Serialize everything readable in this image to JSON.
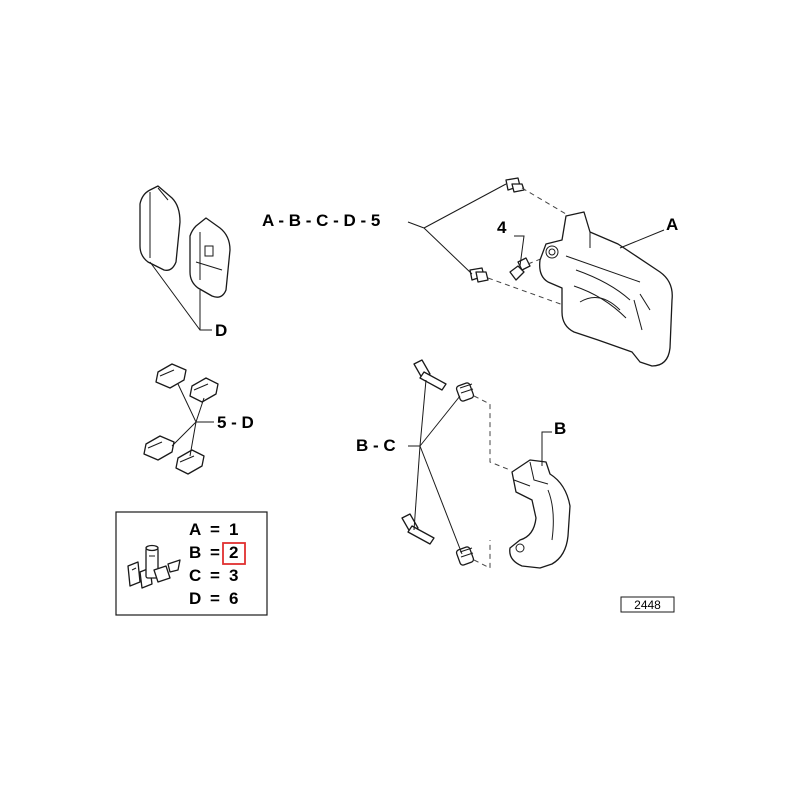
{
  "labels": {
    "pads": "D",
    "caliper": "A",
    "caliper_screws": "A - B - C - D - 5",
    "bleeder": "4",
    "clips": "5 - D",
    "carrier": "B",
    "carrier_bolts": "B - C"
  },
  "legend": {
    "rows": [
      {
        "key": "A",
        "value": "1"
      },
      {
        "key": "B",
        "value": "2"
      },
      {
        "key": "C",
        "value": "3"
      },
      {
        "key": "D",
        "value": "6"
      }
    ],
    "highlight_color": "#e03030"
  },
  "reference_number": "2448"
}
